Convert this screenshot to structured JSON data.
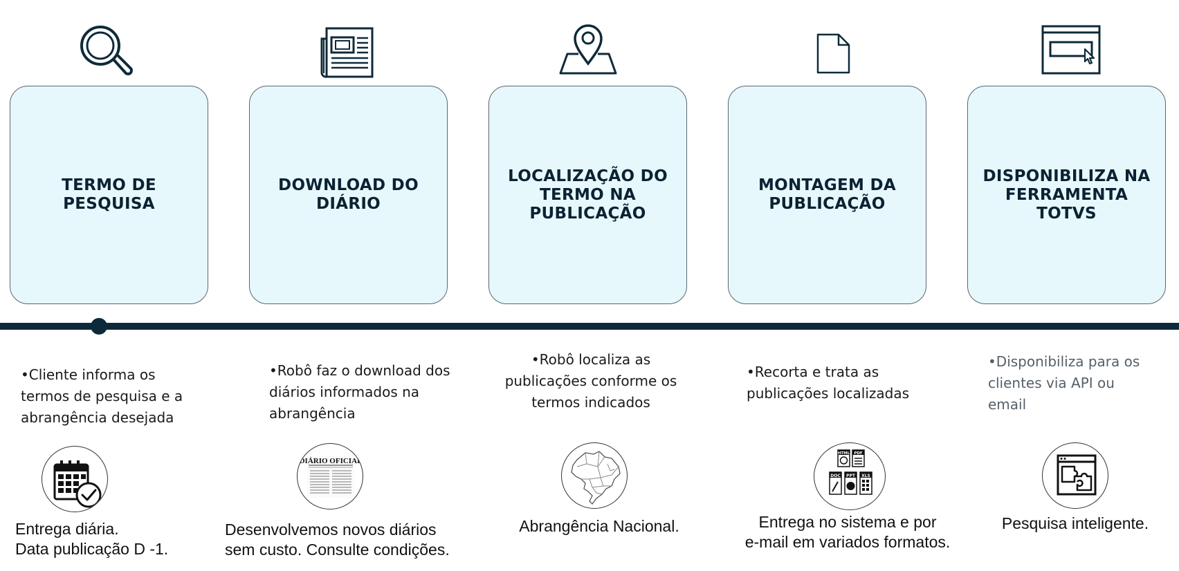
{
  "steps": [
    {
      "title": "TERMO DE\nPESQUISA",
      "description": "•Cliente informa os\n  termos de pesquisa e a\n  abrangência desejada",
      "caption": "Entrega diária.\nData publicação D -1."
    },
    {
      "title": "DOWNLOAD DO\nDIÁRIO",
      "description": "•Robô faz o download dos\n  diários informados na\n  abrangência",
      "caption": "Desenvolvemos novos diários\nsem custo. Consulte condições.",
      "image_text": "DIÁRIO OFICIAL"
    },
    {
      "title": "LOCALIZAÇÃO DO\nTERMO NA\nPUBLICAÇÃO",
      "description": "•Robô localiza as\npublicações conforme os\ntermos indicados",
      "caption": "Abrangência Nacional."
    },
    {
      "title": "MONTAGEM DA\nPUBLICAÇÃO",
      "description": "•Recorta e trata as\n  publicações localizadas",
      "caption": "Entrega no sistema e por\ne-mail em variados formatos.",
      "format_labels": [
        "HTML",
        "PDF",
        "DOC",
        "PPT",
        "XLS"
      ]
    },
    {
      "title": "DISPONIBILIZA NA\nFERRAMENTA\nTOTVS",
      "description": "•Disponibiliza para os\n  clientes via API ou\n  email",
      "caption": "Pesquisa inteligente."
    }
  ],
  "icons": {
    "step1_top": "search-icon",
    "step2_top": "newspaper-icon",
    "step3_top": "map-pin-icon",
    "step4_top": "document-icon",
    "step5_top": "browser-click-icon",
    "step1_circle": "calendar-check-icon",
    "step2_circle": "newspaper-diario-oficial-icon",
    "step3_circle": "brazil-map-icon",
    "step4_circle": "file-formats-icon",
    "step5_circle": "browser-puzzle-icon"
  },
  "colors": {
    "card_fill": "#e6f8fb",
    "title_text": "#0b2233",
    "timeline": "#0e2a3a"
  }
}
